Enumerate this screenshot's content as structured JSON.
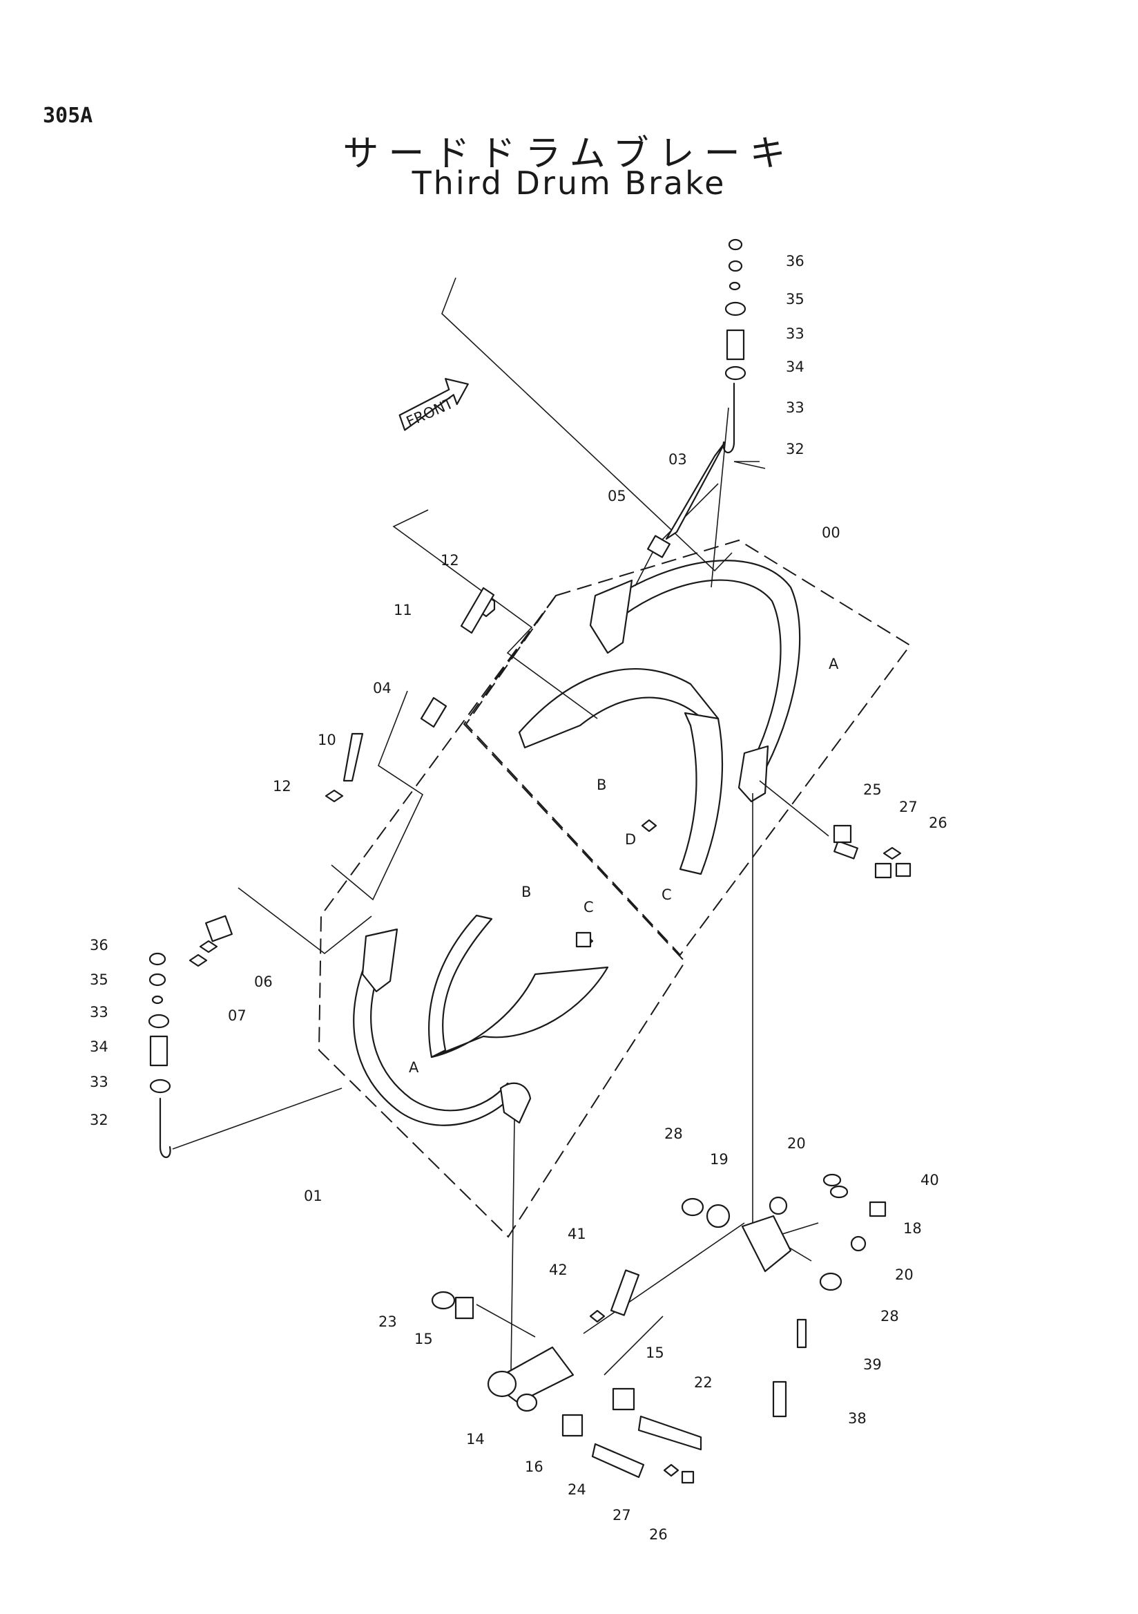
{
  "page_number": "305A",
  "title_jp": "サードドラムブレーキ",
  "title_en": "Third Drum Brake",
  "front_label": "FRONT",
  "callouts": {
    "c36a": "36",
    "c35a": "35",
    "c33a": "33",
    "c34a": "34",
    "c33b": "33",
    "c32a": "32",
    "c03": "03",
    "c05": "05",
    "c00": "00",
    "c12a": "12",
    "c11": "11",
    "cA1": "A",
    "c04": "04",
    "c10": "10",
    "c12b": "12",
    "cB1": "B",
    "cD": "D",
    "cC1": "C",
    "c25": "25",
    "c27a": "27",
    "c26a": "26",
    "cB2": "B",
    "cC2": "C",
    "c36b": "36",
    "c35b": "35",
    "c33c": "33",
    "c34b": "34",
    "c33d": "33",
    "c32b": "32",
    "c06": "06",
    "c07": "07",
    "cA2": "A",
    "c01": "01",
    "c28a": "28",
    "c19": "19",
    "c20a": "20",
    "c40": "40",
    "c18": "18",
    "c20b": "20",
    "c28b": "28",
    "c41": "41",
    "c42": "42",
    "c23": "23",
    "c15a": "15",
    "c15b": "15",
    "c22": "22",
    "c39": "39",
    "c38": "38",
    "c14": "14",
    "c16": "16",
    "c24": "24",
    "c27b": "27",
    "c26b": "26"
  }
}
